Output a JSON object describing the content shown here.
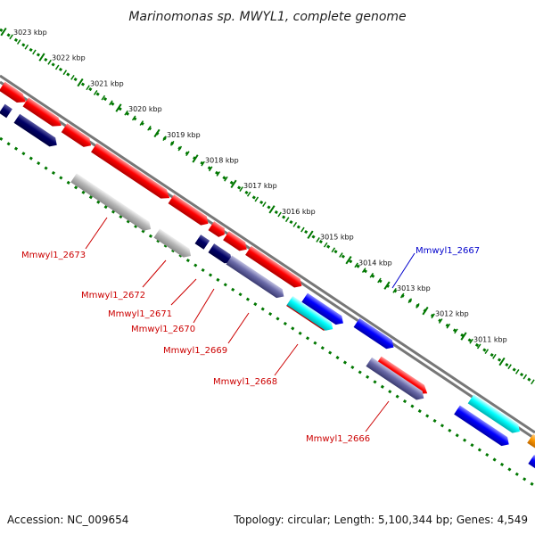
{
  "title": "Marinomonas sp. MWYL1, complete genome",
  "ticks": [
    "3023 kbp",
    "3022 kbp",
    "3021 kbp",
    "3020 kbp",
    "3019 kbp",
    "3018 kbp",
    "3017 kbp",
    "3016 kbp",
    "3015 kbp",
    "3014 kbp",
    "3013 kbp",
    "3012 kbp",
    "3011 kbp"
  ],
  "genes": [
    {
      "name": "Mmwyl1_2673",
      "color": "#cc0000"
    },
    {
      "name": "Mmwyl1_2672",
      "color": "#cc0000"
    },
    {
      "name": "Mmwyl1_2671",
      "color": "#cc0000"
    },
    {
      "name": "Mmwyl1_2670",
      "color": "#cc0000"
    },
    {
      "name": "Mmwyl1_2669",
      "color": "#cc0000"
    },
    {
      "name": "Mmwyl1_2668",
      "color": "#cc0000"
    },
    {
      "name": "Mmwyl1_2667",
      "color": "#0000cc"
    },
    {
      "name": "Mmwyl1_2666",
      "color": "#cc0000"
    }
  ],
  "footer": {
    "accession": "Accession: NC_009654",
    "topology": "Topology: circular; Length: 5,100,344 bp; Genes: 4,549"
  },
  "colors": {
    "cds_red": "#ff0000",
    "cds_blue": "#0000ff",
    "navy": "#000066",
    "gray": "#aaaaaa",
    "cyan": "#00ffff",
    "orange": "#ff9900",
    "tick_green": "#007700",
    "backbone": "#777777"
  }
}
